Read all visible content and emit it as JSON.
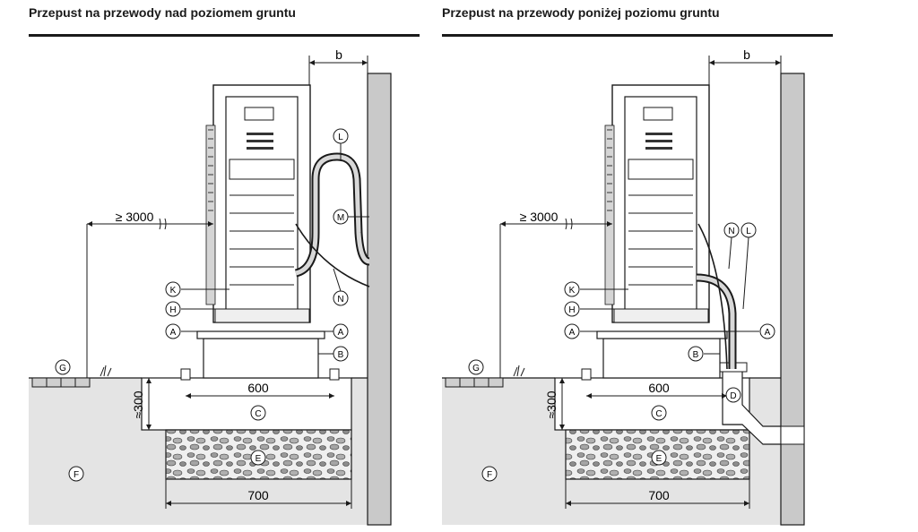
{
  "titles": {
    "left": "Przepust na przewody nad poziomem gruntu",
    "right": "Przepust na przewody poniżej poziomu gruntu"
  },
  "dimensions": {
    "b": "b",
    "clearance": "≥ 3000",
    "depth": "≈300",
    "width_top": "600",
    "width_bottom": "700"
  },
  "labels": {
    "A": "A",
    "B": "B",
    "C": "C",
    "D": "D",
    "E": "E",
    "F": "F",
    "G": "G",
    "H": "H",
    "K": "K",
    "L": "L",
    "M": "M",
    "N": "N"
  },
  "colors": {
    "ground": "#e4e4e4",
    "wall": "#c9c9c9",
    "line": "#1a1a1a",
    "gravel": "#8c8c8c"
  }
}
